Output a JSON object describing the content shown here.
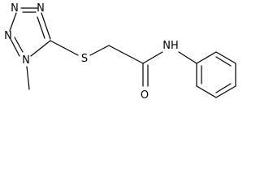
{
  "molecule": {
    "atoms": {
      "n_ring_top_left": "N",
      "n_ring_top_right": "N",
      "n_ring_left": "N",
      "n_ring_bottom": "N",
      "sulfur": "S",
      "oxygen": "O",
      "amide_nh": "NH"
    },
    "substituent": "methyl",
    "line_color": "#000000",
    "background_color": "#ffffff"
  }
}
